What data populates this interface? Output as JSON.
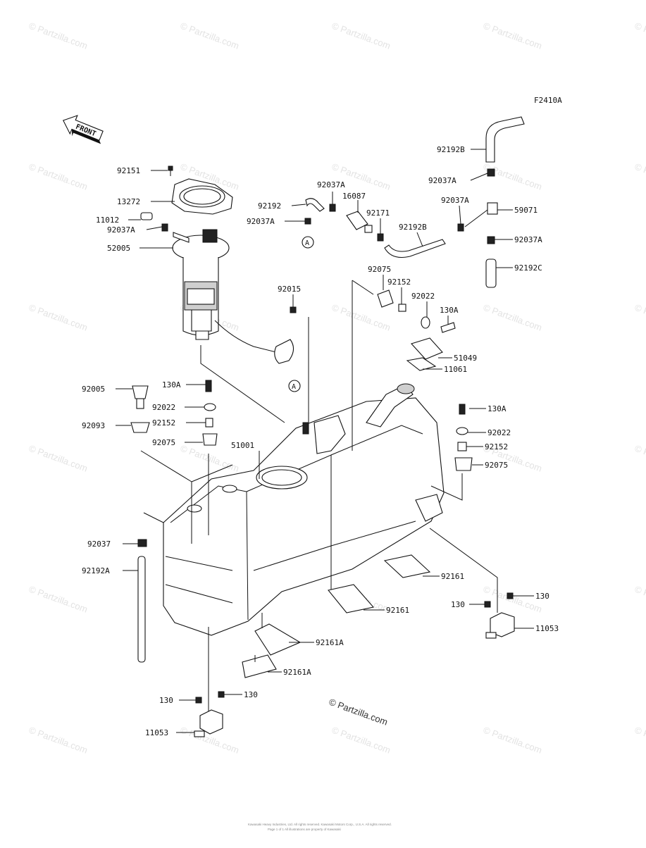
{
  "diagram": {
    "code": "F2410A",
    "front_label": "FRONT",
    "ref_marker": "A",
    "watermark": "© Partzilla.com",
    "copyright_center": "© Partzilla.com",
    "footer_line1": "Kawasaki Heavy Industries, Ltd. All rights reserved. Kawasaki Motors Corp., U.S.A. All rights reserved.",
    "footer_line2": "Page 1 of 1  All illustrations are property of Kawasaki",
    "callouts": [
      {
        "id": "c1",
        "text": "92151"
      },
      {
        "id": "c2",
        "text": "13272"
      },
      {
        "id": "c3",
        "text": "11012"
      },
      {
        "id": "c4",
        "text": "92037A"
      },
      {
        "id": "c5",
        "text": "52005"
      },
      {
        "id": "c6",
        "text": "92192"
      },
      {
        "id": "c7",
        "text": "92037A"
      },
      {
        "id": "c8",
        "text": "92037A"
      },
      {
        "id": "c9",
        "text": "16087"
      },
      {
        "id": "c10",
        "text": "92171"
      },
      {
        "id": "c11",
        "text": "92192B"
      },
      {
        "id": "c12",
        "text": "92192B"
      },
      {
        "id": "c13",
        "text": "92037A"
      },
      {
        "id": "c14",
        "text": "92037A"
      },
      {
        "id": "c15",
        "text": "59071"
      },
      {
        "id": "c16",
        "text": "92037A"
      },
      {
        "id": "c17",
        "text": "92192C"
      },
      {
        "id": "c18",
        "text": "92075"
      },
      {
        "id": "c19",
        "text": "92152"
      },
      {
        "id": "c20",
        "text": "92022"
      },
      {
        "id": "c21",
        "text": "130A"
      },
      {
        "id": "c22",
        "text": "92015"
      },
      {
        "id": "c23",
        "text": "51049"
      },
      {
        "id": "c24",
        "text": "11061"
      },
      {
        "id": "c25",
        "text": "92005"
      },
      {
        "id": "c26",
        "text": "130A"
      },
      {
        "id": "c27",
        "text": "92022"
      },
      {
        "id": "c28",
        "text": "92093"
      },
      {
        "id": "c29",
        "text": "92152"
      },
      {
        "id": "c30",
        "text": "92075"
      },
      {
        "id": "c31",
        "text": "51001"
      },
      {
        "id": "c32",
        "text": "130A"
      },
      {
        "id": "c33",
        "text": "92022"
      },
      {
        "id": "c34",
        "text": "92152"
      },
      {
        "id": "c35",
        "text": "92075"
      },
      {
        "id": "c36",
        "text": "92037"
      },
      {
        "id": "c37",
        "text": "92192A"
      },
      {
        "id": "c38",
        "text": "92161"
      },
      {
        "id": "c39",
        "text": "92161"
      },
      {
        "id": "c40",
        "text": "92161A"
      },
      {
        "id": "c41",
        "text": "92161A"
      },
      {
        "id": "c42",
        "text": "130"
      },
      {
        "id": "c43",
        "text": "130"
      },
      {
        "id": "c44",
        "text": "11053"
      },
      {
        "id": "c45",
        "text": "130"
      },
      {
        "id": "c46",
        "text": "130"
      },
      {
        "id": "c47",
        "text": "11053"
      }
    ]
  }
}
